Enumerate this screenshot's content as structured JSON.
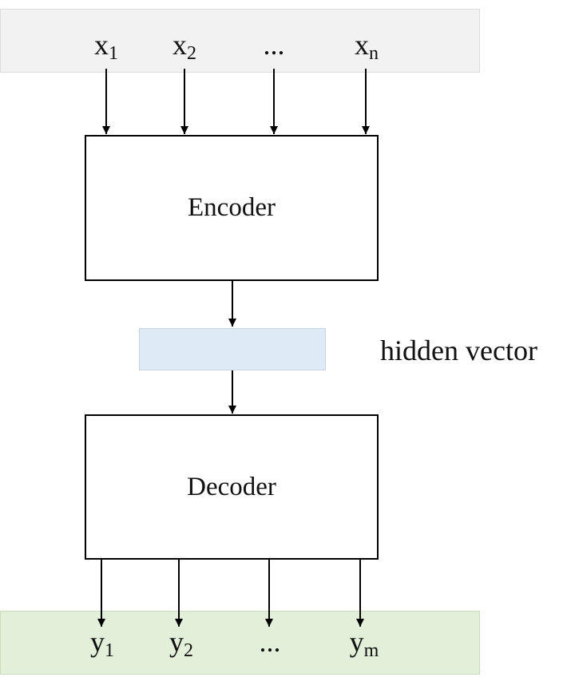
{
  "inputs": [
    {
      "base": "x",
      "sub": "1"
    },
    {
      "base": "x",
      "sub": "2"
    },
    {
      "base": "...",
      "sub": ""
    },
    {
      "base": "x",
      "sub": "n"
    }
  ],
  "outputs": [
    {
      "base": "y",
      "sub": "1"
    },
    {
      "base": "y",
      "sub": "2"
    },
    {
      "base": "...",
      "sub": ""
    },
    {
      "base": "y",
      "sub": "m"
    }
  ],
  "encoder": {
    "label": "Encoder"
  },
  "decoder": {
    "label": "Decoder"
  },
  "hidden": {
    "label": "hidden vector"
  },
  "colors": {
    "input_band": "#f2f2f2",
    "output_band": "#e2efd9",
    "hidden_box": "#deebf7",
    "stroke": "#000000"
  }
}
